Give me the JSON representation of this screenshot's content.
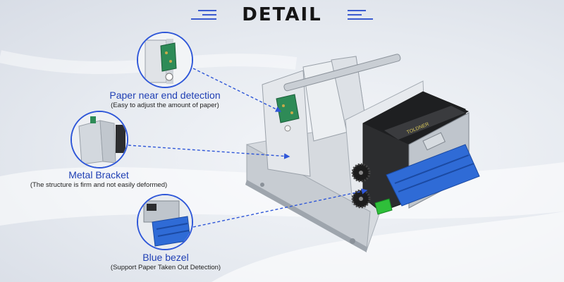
{
  "header": {
    "title": "DETAIL"
  },
  "callouts": [
    {
      "title": "Paper near end detection",
      "subtitle": "(Easy to adjust the amount of paper)"
    },
    {
      "title": "Metal Bracket",
      "subtitle": "(The structure is firm and not easily deformed)"
    },
    {
      "title": "Blue bezel",
      "subtitle": "(Support Paper Taken Out Detection)"
    }
  ],
  "colors": {
    "accent": "#2f57d8",
    "bezel": "#2f6bd6",
    "pcb": "#2e8b57",
    "metal": "#d9dde2"
  },
  "icons": [
    "title-decoration-lines-icon",
    "leader-arrow-icon"
  ]
}
